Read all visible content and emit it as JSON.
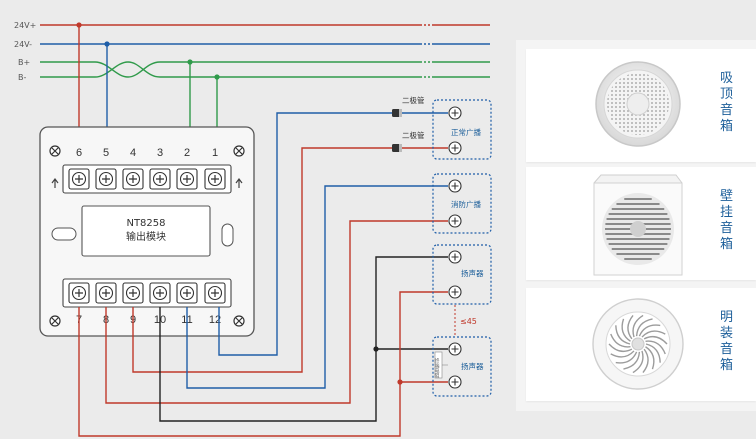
{
  "bus_lines": [
    {
      "label": "24V+",
      "color": "#c0392b"
    },
    {
      "label": "24V-",
      "color": "#1f5ea8"
    },
    {
      "label": "B+",
      "color": "#2f9a4a"
    },
    {
      "label": "B-",
      "color": "#2f9a4a"
    }
  ],
  "module": {
    "model": "NT8258",
    "name": "输出模块",
    "top_terminals": [
      "6",
      "5",
      "4",
      "3",
      "2",
      "1"
    ],
    "bottom_terminals": [
      "7",
      "8",
      "9",
      "10",
      "11",
      "12"
    ]
  },
  "zones": [
    {
      "label": "正常广播"
    },
    {
      "label": "消防广播"
    },
    {
      "label": "扬声器"
    },
    {
      "label": "扬声器"
    }
  ],
  "diodes": [
    "二极管",
    "二极管"
  ],
  "distance_label": "≤45",
  "resistor_label": "终端电阻",
  "speakers": [
    {
      "name": "吸顶音箱",
      "icon": "ceiling-speaker-icon"
    },
    {
      "name": "壁挂音箱",
      "icon": "wall-speaker-icon"
    },
    {
      "name": "明装音箱",
      "icon": "surface-speaker-icon"
    }
  ],
  "colors": {
    "red": "#c0392b",
    "blue": "#1f5ea8",
    "green": "#2f9a4a",
    "black": "#222222",
    "accent": "#1d5f9a"
  }
}
